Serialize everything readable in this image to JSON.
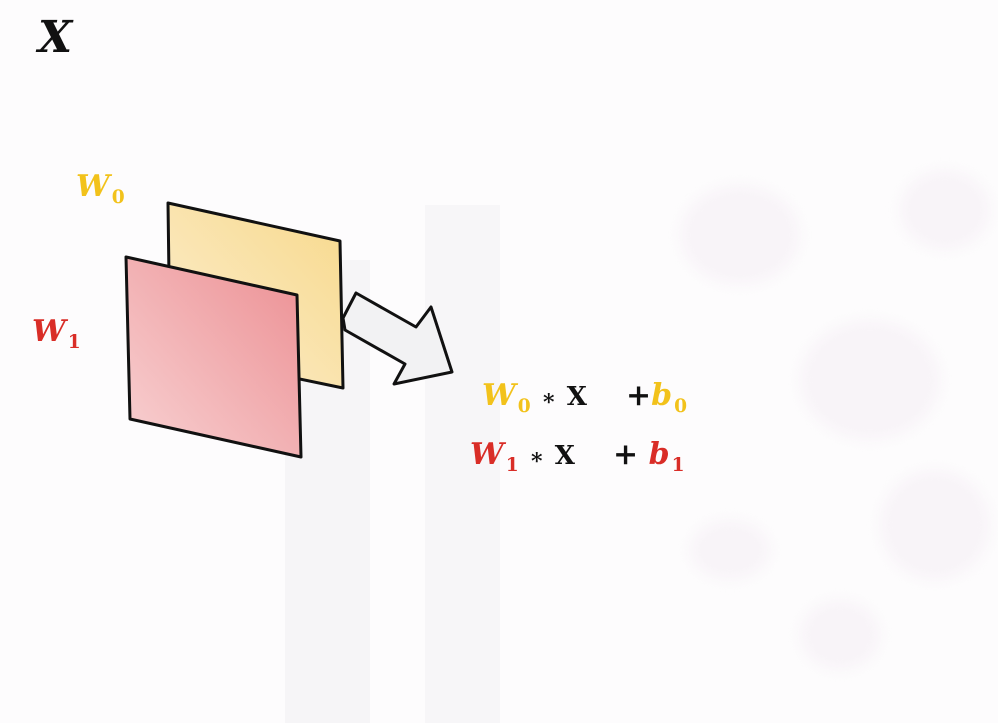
{
  "input_label": "X",
  "filters": [
    {
      "name": "W",
      "sub": "0",
      "color": "#f2c21b"
    },
    {
      "name": "W",
      "sub": "1",
      "color": "#d92d27"
    }
  ],
  "equations": [
    {
      "w": "W",
      "w_sub": "0",
      "op": "∗",
      "x": "X",
      "plus": "+",
      "b": "b",
      "b_sub": "0",
      "color": "#f2c21b"
    },
    {
      "w": "W",
      "w_sub": "1",
      "op": "∗",
      "x": "X",
      "plus": "+",
      "b": "b",
      "b_sub": "1",
      "color": "#d92d27"
    }
  ],
  "colors": {
    "yellow": "#f2c21b",
    "red": "#d92d27",
    "filter_back_fill": "#fbe3a6",
    "filter_front_fill": "#f0a8ab",
    "arrow_fill": "#f1f1f2"
  }
}
